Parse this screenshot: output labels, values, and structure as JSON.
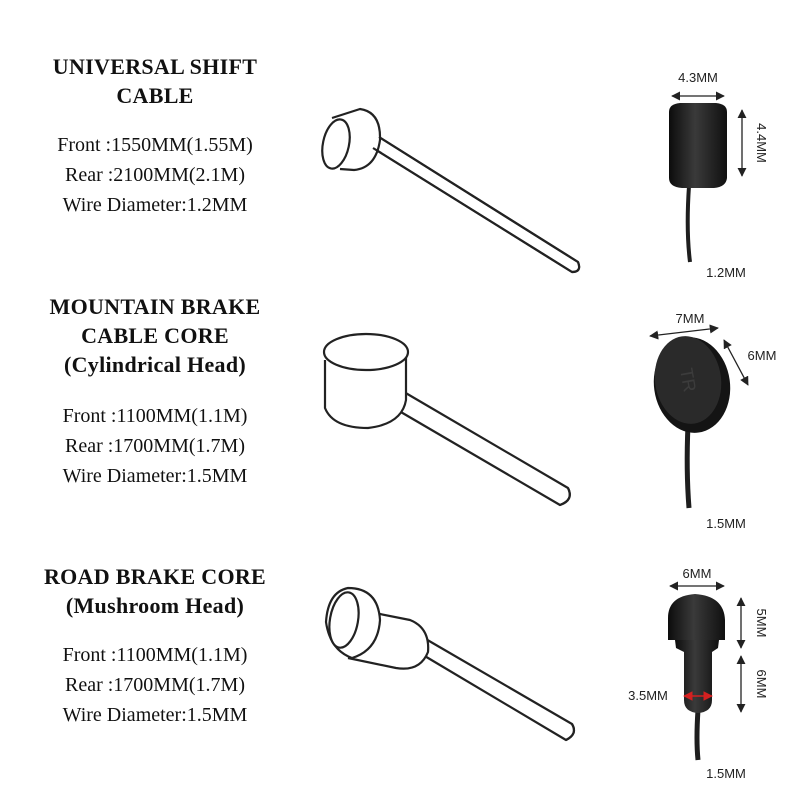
{
  "sections": [
    {
      "title_line1": "UNIVERSAL SHIFT",
      "title_line2": "CABLE",
      "title_line3": "",
      "front": "Front :1550MM(1.55M)",
      "rear": "Rear :2100MM(2.1M)",
      "wire": "Wire Diameter:1.2MM",
      "dims": {
        "head_width": "4.3MM",
        "head_height": "4.4MM",
        "wire_diameter": "1.2MM"
      }
    },
    {
      "title_line1": "MOUNTAIN BRAKE",
      "title_line2": "CABLE CORE",
      "title_line3": "(Cylindrical Head)",
      "front": "Front :1100MM(1.1M)",
      "rear": "Rear :1700MM(1.7M)",
      "wire": "Wire Diameter:1.5MM",
      "dims": {
        "head_diameter": "7MM",
        "head_height": "6MM",
        "wire_diameter": "1.5MM",
        "head_mark": "TR"
      }
    },
    {
      "title_line1": "ROAD BRAKE CORE",
      "title_line2": "(Mushroom Head)",
      "title_line3": "",
      "front": "Front :1100MM(1.1M)",
      "rear": "Rear :1700MM(1.7M)",
      "wire": "Wire Diameter:1.5MM",
      "dims": {
        "head_width": "6MM",
        "dome_height": "5MM",
        "neck_height": "6MM",
        "neck_diameter": "3.5MM",
        "wire_diameter": "1.5MM"
      }
    }
  ],
  "colors": {
    "text": "#111111",
    "part": "#1e1e1e",
    "outline": "#222222",
    "marker": "#d42020"
  },
  "icons": [
    "shift-cable-line-icon",
    "cylindrical-head-line-icon",
    "mushroom-head-line-icon"
  ]
}
